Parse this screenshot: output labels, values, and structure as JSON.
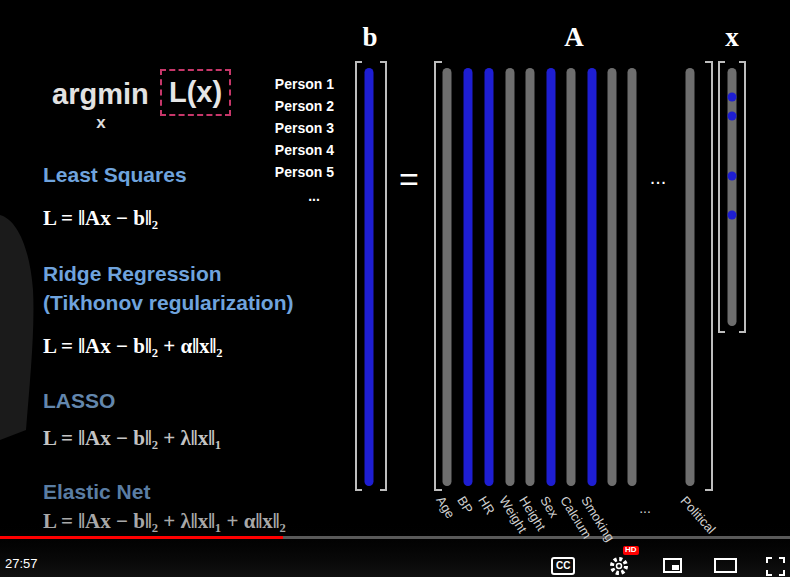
{
  "diagram": {
    "nodes": [
      {
        "text": [
          "L(x)"
        ]
      },
      {
        "text": [
          "CC"
        ]
      },
      {
        "text": [
          "HD"
        ]
      }
    ],
    "labels": [
      "argmin",
      "x",
      "b",
      "A",
      "x",
      "Person 1",
      "Person 2",
      "Person 3",
      "Person 4",
      "Person 5",
      "...",
      "=",
      "...",
      "Age",
      "BP",
      "HR",
      "Weight",
      "Height",
      "Sex",
      "Calcium",
      "Smoking",
      "...",
      "Political",
      "Least Squares",
      "L = ‖Ax − b‖₂",
      "Ridge Regression",
      "(Tikhonov regularization)",
      "L = ‖Ax − b‖₂ + α‖x‖₂",
      "LASSO",
      "L = ‖Ax − b‖₂ + λ‖x‖₁",
      "Elastic Net",
      "L = ‖Ax − b‖₂ + λ‖x‖₁ + α‖x‖₂",
      "27:57"
    ]
  }
}
